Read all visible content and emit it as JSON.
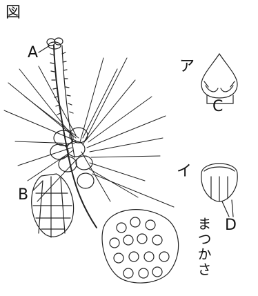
{
  "figure": {
    "title": "図",
    "labels": {
      "a": "A",
      "b": "B",
      "c": "C",
      "d": "D",
      "a_kana": "ア",
      "i_kana": "イ",
      "matsukasa": "まつかさ"
    }
  }
}
